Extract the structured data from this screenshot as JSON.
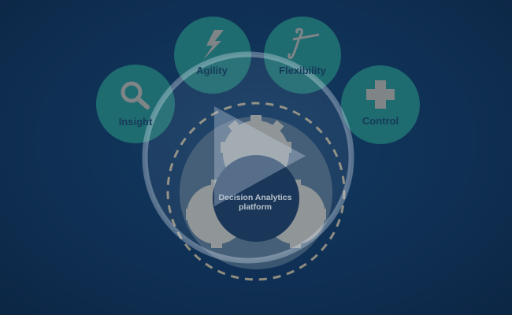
{
  "video": {
    "features": [
      {
        "label": "Insight",
        "icon": "magnifier-icon"
      },
      {
        "label": "Agility",
        "icon": "lightning-icon"
      },
      {
        "label": "Flexibility",
        "icon": "script-f-icon"
      },
      {
        "label": "Control",
        "icon": "dpad-icon"
      }
    ],
    "center_line1": "Decision Analytics",
    "center_line2": "platform",
    "colors": {
      "background": "#0f2f53",
      "feature_circle": "#1e6b70",
      "label": "#163a5a",
      "gear": "#8a8f92"
    }
  }
}
